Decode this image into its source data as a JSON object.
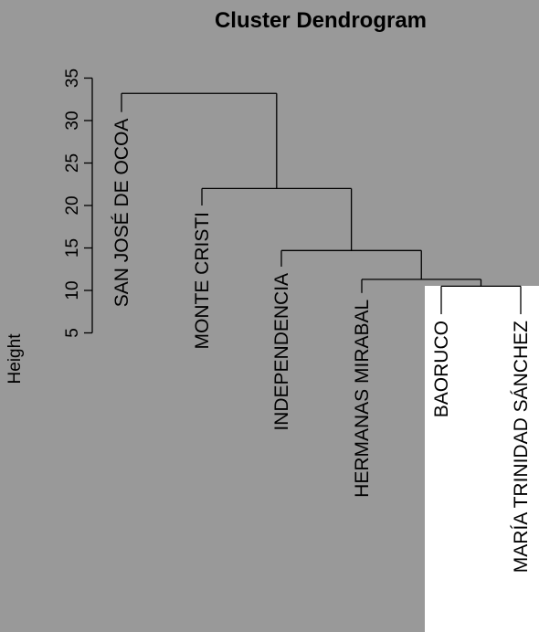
{
  "chart_data": {
    "type": "dendrogram",
    "title": "Cluster Dendrogram",
    "ylabel": "Height",
    "ylim": [
      5,
      35
    ],
    "y_ticks": [
      5,
      10,
      15,
      20,
      25,
      30,
      35
    ],
    "leaves": [
      {
        "id": "san",
        "label": "SAN JOSÉ DE OCOA",
        "height": 31
      },
      {
        "id": "monte",
        "label": "MONTE CRISTI",
        "height": 20
      },
      {
        "id": "indep",
        "label": "INDEPENDENCIA",
        "height": 12.8
      },
      {
        "id": "herm",
        "label": "HERMANAS MIRABAL",
        "height": 9.7
      },
      {
        "id": "baor",
        "label": "BAORUCO",
        "height": 7.2
      },
      {
        "id": "maria",
        "label": "MARÍA TRINIDAD SÁNCHEZ",
        "height": 7.2
      }
    ],
    "merges": [
      {
        "id": "m1",
        "left": "baor",
        "right": "maria",
        "height": 10.5
      },
      {
        "id": "m2",
        "left": "herm",
        "right": "m1",
        "height": 11.3
      },
      {
        "id": "m3",
        "left": "indep",
        "right": "m2",
        "height": 14.7
      },
      {
        "id": "m4",
        "left": "monte",
        "right": "m3",
        "height": 22
      },
      {
        "id": "m5",
        "left": "san",
        "right": "m4",
        "height": 33.2
      }
    ]
  }
}
